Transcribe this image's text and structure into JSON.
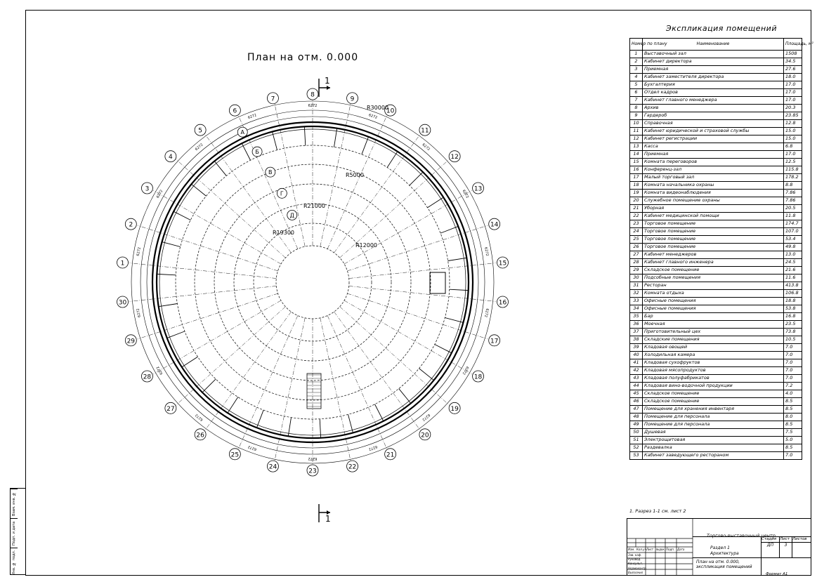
{
  "plan": {
    "title": "План на отм. 0.000",
    "cut_label": "1",
    "outer_radius_label": "R30000",
    "radius_labels": [
      "R5000",
      "R21000",
      "R19300",
      "R12000"
    ],
    "ring_letters": [
      "А",
      "Б",
      "В",
      "Г",
      "Д"
    ],
    "axis_numbers": [
      "1",
      "2",
      "3",
      "4",
      "5",
      "6",
      "7",
      "8",
      "9",
      "10",
      "11",
      "12",
      "13",
      "14",
      "15",
      "16",
      "17",
      "18",
      "19",
      "20",
      "21",
      "22",
      "23",
      "24",
      "25",
      "26",
      "27",
      "28",
      "29",
      "30"
    ],
    "dimension_label": "6272"
  },
  "explication": {
    "title": "Экспликация помещений",
    "header": {
      "num": "Номер по плану",
      "name": "Наименование",
      "area": "Площадь, м²"
    },
    "rows": [
      {
        "n": "1",
        "name": "Выставочный зал",
        "area": "1508"
      },
      {
        "n": "2",
        "name": "Кабинет директора",
        "area": "34.5"
      },
      {
        "n": "3",
        "name": "Приемная",
        "area": "27.6"
      },
      {
        "n": "4",
        "name": "Кабинет заместителя директора",
        "area": "18.0"
      },
      {
        "n": "5",
        "name": "Бухгалтерия",
        "area": "17.0"
      },
      {
        "n": "6",
        "name": "Отдел кадров",
        "area": "17.0"
      },
      {
        "n": "7",
        "name": "Кабинет главного менеджера",
        "area": "17.0"
      },
      {
        "n": "8",
        "name": "Архив",
        "area": "20.3"
      },
      {
        "n": "9",
        "name": "Гардероб",
        "area": "23.85"
      },
      {
        "n": "10",
        "name": "Справочная",
        "area": "12.8"
      },
      {
        "n": "11",
        "name": "Кабинет юридической и страховой службы",
        "area": "15.0"
      },
      {
        "n": "12",
        "name": "Кабинет регистрации",
        "area": "15.0"
      },
      {
        "n": "13",
        "name": "Касса",
        "area": "6.8"
      },
      {
        "n": "14",
        "name": "Приемная",
        "area": "17.0"
      },
      {
        "n": "15",
        "name": "Комната переговоров",
        "area": "12.5"
      },
      {
        "n": "16",
        "name": "Конференц-зал",
        "area": "115.8"
      },
      {
        "n": "17",
        "name": "Малый торговый зал",
        "area": "178.2"
      },
      {
        "n": "18",
        "name": "Комната начальника охраны",
        "area": "8.8"
      },
      {
        "n": "19",
        "name": "Комната видеонаблюдения",
        "area": "7.86"
      },
      {
        "n": "20",
        "name": "Служебное помещение охраны",
        "area": "7.86"
      },
      {
        "n": "21",
        "name": "Уборная",
        "area": "20.5"
      },
      {
        "n": "22",
        "name": "Кабинет медицинской помощи",
        "area": "11.8"
      },
      {
        "n": "23",
        "name": "Торговое помещение",
        "area": "174.7"
      },
      {
        "n": "24",
        "name": "Торговое помещение",
        "area": "107.0"
      },
      {
        "n": "25",
        "name": "Торговое помещение",
        "area": "53.4"
      },
      {
        "n": "26",
        "name": "Торговое помещение",
        "area": "49.8"
      },
      {
        "n": "27",
        "name": "Кабинет менеджеров",
        "area": "13.0"
      },
      {
        "n": "28",
        "name": "Кабинет главного инженера",
        "area": "24.5"
      },
      {
        "n": "29",
        "name": "Складское помещение",
        "area": "21.6"
      },
      {
        "n": "30",
        "name": "Подсобные помещения",
        "area": "11.6"
      },
      {
        "n": "31",
        "name": "Ресторан",
        "area": "413.8"
      },
      {
        "n": "32",
        "name": "Комната отдыха",
        "area": "106.8"
      },
      {
        "n": "33",
        "name": "Офисные помещения",
        "area": "18.8"
      },
      {
        "n": "34",
        "name": "Офисные помещения",
        "area": "53.8"
      },
      {
        "n": "35",
        "name": "Бар",
        "area": "16.8"
      },
      {
        "n": "36",
        "name": "Моечная",
        "area": "23.5"
      },
      {
        "n": "37",
        "name": "Приготовительный цех",
        "area": "73.8"
      },
      {
        "n": "38",
        "name": "Складские помещения",
        "area": "10.5"
      },
      {
        "n": "39",
        "name": "Кладовая овощей",
        "area": "7.0"
      },
      {
        "n": "40",
        "name": "Холодильная камера",
        "area": "7.0"
      },
      {
        "n": "41",
        "name": "Кладовая сухофруктов",
        "area": "7.0"
      },
      {
        "n": "42",
        "name": "Кладовая мясопродуктов",
        "area": "7.0"
      },
      {
        "n": "43",
        "name": "Кладовая полуфабрикатов",
        "area": "7.0"
      },
      {
        "n": "44",
        "name": "Кладовая вино-водочной продукции",
        "area": "7.2"
      },
      {
        "n": "45",
        "name": "Складское помещение",
        "area": "4.0"
      },
      {
        "n": "46",
        "name": "Складское помещение",
        "area": "8.5"
      },
      {
        "n": "47",
        "name": "Помещение для хранения инвентаря",
        "area": "8.5"
      },
      {
        "n": "48",
        "name": "Помещение для персонала",
        "area": "8.0"
      },
      {
        "n": "49",
        "name": "Помещение для персонала",
        "area": "8.5"
      },
      {
        "n": "50",
        "name": "Душевая",
        "area": "7.5"
      },
      {
        "n": "51",
        "name": "Электрощитовая",
        "area": "5.0"
      },
      {
        "n": "52",
        "name": "Раздевалка",
        "area": "8.5"
      },
      {
        "n": "53",
        "name": "Кабинет заведующего рестораном",
        "area": "7.0"
      }
    ]
  },
  "note": "1. Разрез 1-1 см. лист 2",
  "title_block": {
    "project": "Торгово-выставочный центр",
    "section": "Раздел 1 Архитектура",
    "sheet_title": "План на отм. 0.000, экспликация помещений",
    "stage_label": "Стадия",
    "sheet_label": "Лист",
    "sheets_label": "Листов",
    "stage": "ДП",
    "sheet": "3",
    "format": "Формат A1",
    "col_labels": [
      "Изм.",
      "Кол.уч.",
      "Лист",
      "№док.",
      "Подп.",
      "Дата"
    ],
    "role_labels": [
      "Зав. каф.",
      "Руковод.",
      "Консульт.",
      "Нормоконтр.",
      "Выполнил"
    ]
  },
  "left_stamp": [
    "Взам. инв. №",
    "Подп. и дата",
    "Инв. № подл."
  ]
}
